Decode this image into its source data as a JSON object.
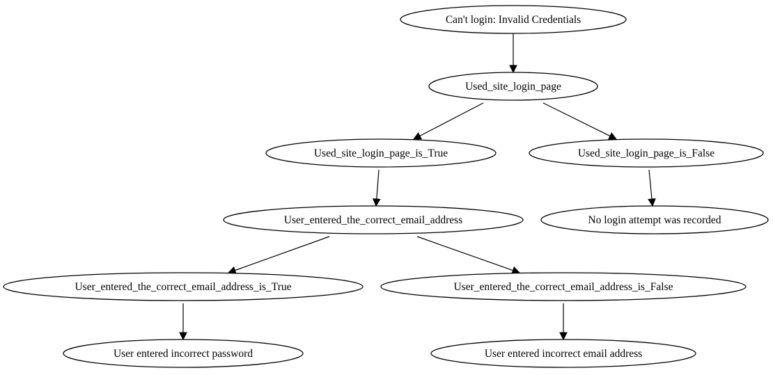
{
  "diagram": {
    "nodes": [
      {
        "id": "root",
        "label": "Can't login: Invalid Credentials"
      },
      {
        "id": "used_site",
        "label": "Used_site_login_page"
      },
      {
        "id": "used_true",
        "label": "Used_site_login_page_is_True"
      },
      {
        "id": "used_false",
        "label": "Used_site_login_page_is_False"
      },
      {
        "id": "email_correct",
        "label": "User_entered_the_correct_email_address"
      },
      {
        "id": "no_attempt",
        "label": "No login attempt was recorded"
      },
      {
        "id": "email_true",
        "label": "User_entered_the_correct_email_address_is_True"
      },
      {
        "id": "email_false",
        "label": "User_entered_the_correct_email_address_is_False"
      },
      {
        "id": "wrong_password",
        "label": "User entered incorrect password"
      },
      {
        "id": "wrong_email",
        "label": "User entered incorrect email address"
      }
    ],
    "edges": [
      {
        "from": "root",
        "to": "used_site"
      },
      {
        "from": "used_site",
        "to": "used_true"
      },
      {
        "from": "used_site",
        "to": "used_false"
      },
      {
        "from": "used_true",
        "to": "email_correct"
      },
      {
        "from": "used_false",
        "to": "no_attempt"
      },
      {
        "from": "email_correct",
        "to": "email_true"
      },
      {
        "from": "email_correct",
        "to": "email_false"
      },
      {
        "from": "email_true",
        "to": "wrong_password"
      },
      {
        "from": "email_false",
        "to": "wrong_email"
      }
    ]
  }
}
